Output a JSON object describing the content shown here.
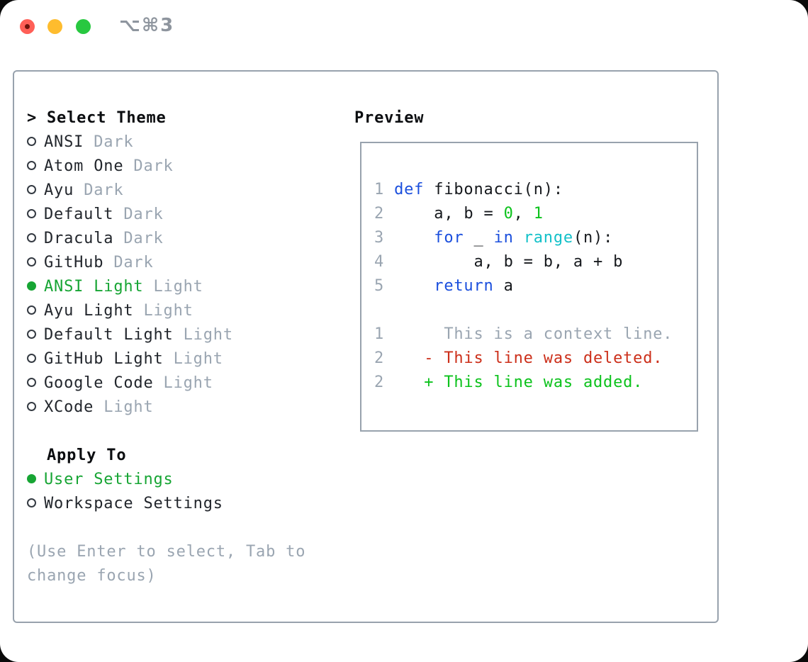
{
  "colors": {
    "border": "#98a2ad",
    "accent_green": "#17a534",
    "keyword_blue": "#1b4fdd",
    "builtin_cyan": "#13c1c9",
    "literal_green": "#0cc21c",
    "deleted_red": "#cc2f1a",
    "added_green": "#0cc21c",
    "muted_gray": "#9aa5b1",
    "traffic_red": "#ff5f57",
    "traffic_yellow": "#febc2e",
    "traffic_green": "#28c840"
  },
  "titlebar": {
    "shortcut": "⌥⌘3"
  },
  "theme_panel": {
    "prompt": ">",
    "header": "Select Theme",
    "themes": [
      {
        "label": "ANSI",
        "variant": "Dark",
        "selected": false
      },
      {
        "label": "Atom One",
        "variant": "Dark",
        "selected": false
      },
      {
        "label": "Ayu",
        "variant": "Dark",
        "selected": false
      },
      {
        "label": "Default",
        "variant": "Dark",
        "selected": false
      },
      {
        "label": "Dracula",
        "variant": "Dark",
        "selected": false
      },
      {
        "label": "GitHub",
        "variant": "Dark",
        "selected": false
      },
      {
        "label": "ANSI Light",
        "variant": "Light",
        "selected": true
      },
      {
        "label": "Ayu Light",
        "variant": "Light",
        "selected": false
      },
      {
        "label": "Default Light",
        "variant": "Light",
        "selected": false
      },
      {
        "label": "GitHub Light",
        "variant": "Light",
        "selected": false
      },
      {
        "label": "Google Code",
        "variant": "Light",
        "selected": false
      },
      {
        "label": "XCode",
        "variant": "Light",
        "selected": false
      }
    ],
    "apply_header": "Apply To",
    "apply_options": [
      {
        "label": "User Settings",
        "selected": true
      },
      {
        "label": "Workspace Settings",
        "selected": false
      }
    ],
    "help_lines": [
      "(Use Enter to select, Tab to",
      "change focus)"
    ]
  },
  "preview_panel": {
    "header": "Preview",
    "code_lines": [
      {
        "num": "1",
        "tokens": [
          {
            "text": "def",
            "style": "kw"
          },
          {
            "text": " fibonacci(n):",
            "style": "plain"
          }
        ]
      },
      {
        "num": "2",
        "tokens": [
          {
            "text": "    a, b = ",
            "style": "plain"
          },
          {
            "text": "0",
            "style": "num"
          },
          {
            "text": ", ",
            "style": "plain"
          },
          {
            "text": "1",
            "style": "num"
          }
        ]
      },
      {
        "num": "3",
        "tokens": [
          {
            "text": "    ",
            "style": "plain"
          },
          {
            "text": "for",
            "style": "kw"
          },
          {
            "text": " _ ",
            "style": "plain"
          },
          {
            "text": "in",
            "style": "kw"
          },
          {
            "text": " ",
            "style": "plain"
          },
          {
            "text": "range",
            "style": "builtin"
          },
          {
            "text": "(n):",
            "style": "plain"
          }
        ]
      },
      {
        "num": "4",
        "tokens": [
          {
            "text": "        a, b = b, a + b",
            "style": "plain"
          }
        ]
      },
      {
        "num": "5",
        "tokens": [
          {
            "text": "    ",
            "style": "plain"
          },
          {
            "text": "return",
            "style": "kw"
          },
          {
            "text": " a",
            "style": "plain"
          }
        ]
      }
    ],
    "diff_lines": [
      {
        "num": "1",
        "text": "     This is a context line.",
        "style": "context"
      },
      {
        "num": "2",
        "text": "   - This line was deleted.",
        "style": "deleted"
      },
      {
        "num": "2",
        "text": "   + This line was added.",
        "style": "added"
      }
    ]
  }
}
